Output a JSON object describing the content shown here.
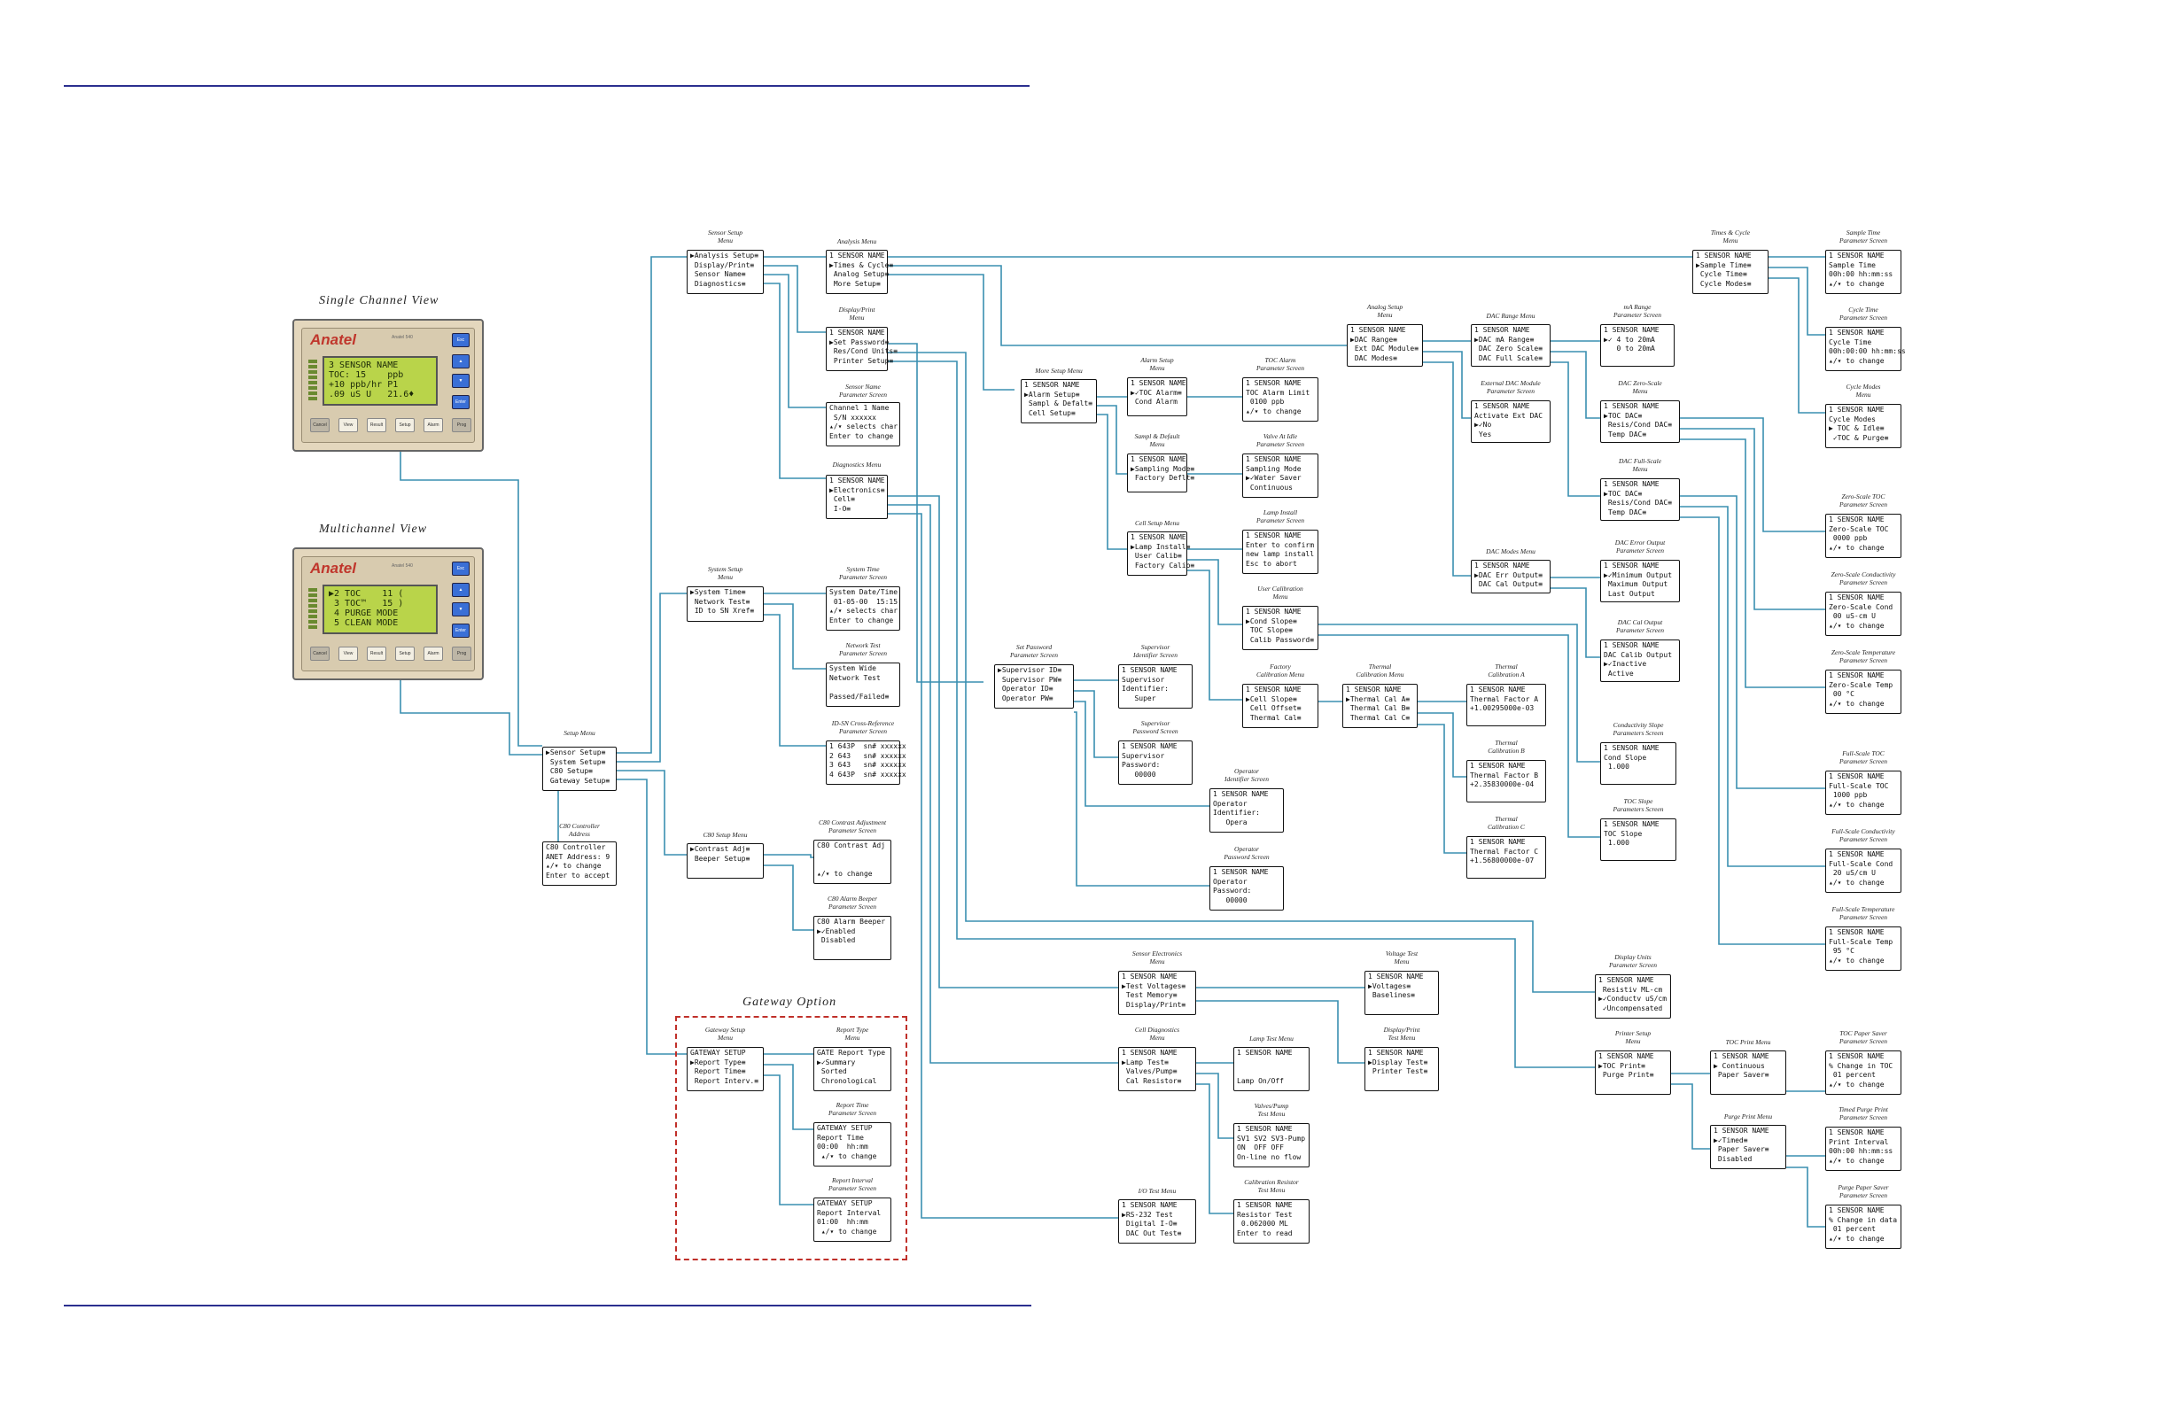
{
  "devices": {
    "single": {
      "title": "Single Channel View",
      "brand": "Anatel",
      "model": "Anatel 540",
      "lcd": "3 SENSOR NAME\nTOC: 15    ppb\n+10 ppb/hr P1\n.09 uS U   21.6♦",
      "side_keys": [
        "Esc",
        "▲",
        "▼",
        "Enter"
      ],
      "keys": [
        "Cancel",
        "View",
        "Result",
        "Setup",
        "Alarm",
        "Prog"
      ]
    },
    "multi": {
      "title": "Multichannel View",
      "brand": "Anatel",
      "model": "Anatel 540",
      "lcd": "▶2 TOC    11 (\n 3 TOC™   15 )\n 4 PURGE MODE\n 5 CLEAN MODE",
      "side_keys": [
        "Esc",
        "▲",
        "▼",
        "Enter"
      ],
      "keys": [
        "Cancel",
        "View",
        "Result",
        "Setup",
        "Alarm",
        "Prog"
      ]
    }
  },
  "gateway_title": "Gateway Option",
  "nodes": [
    {
      "cap": "Setup Menu",
      "text": "▶Sensor Setup≡\n System Setup≡\n C80 Setup≡\n Gateway Setup≡"
    },
    {
      "cap": "C80 Controller\nAddress",
      "text": "C80 Controller\nANET Address: 9\n▴/▾ to change\nEnter to accept"
    },
    {
      "cap": "Sensor Setup\nMenu",
      "text": "▶Analysis Setup≡\n Display/Print≡\n Sensor Name≡\n Diagnostics≡"
    },
    {
      "cap": "Analysis Menu",
      "text": "1 SENSOR NAME\n▶Times & Cycle≡\n Analog Setup≡\n More Setup≡"
    },
    {
      "cap": "Display/Print\nMenu",
      "text": "1 SENSOR NAME\n▶Set Password≡\n Res/Cond Units≡\n Printer Setup≡"
    },
    {
      "cap": "Sensor Name\nParameter Screen",
      "text": "Channel 1 Name\n S/N xxxxxx\n▴/▾ selects char\nEnter to change"
    },
    {
      "cap": "Diagnostics Menu",
      "text": "1 SENSOR NAME\n▶Electronics≡\n Cell≡\n I-O≡"
    },
    {
      "cap": "System Setup\nMenu",
      "text": "▶System Time≡\n Network Test≡\n ID to SN Xref≡"
    },
    {
      "cap": "System Time\nParameter Screen",
      "text": "System Date/Time\n 01-05-00  15:15\n▴/▾ selects char\nEnter to change"
    },
    {
      "cap": "Network Test\nParameter Screen",
      "text": "System Wide\nNetwork Test\n\nPassed/Failed≡"
    },
    {
      "cap": "ID-SN Cross-Reference\nParameter Screen",
      "text": "1 643P  sn# xxxxxx\n2 643   sn# xxxxxx\n3 643   sn# xxxxxx\n4 643P  sn# xxxxxx"
    },
    {
      "cap": "C80 Setup Menu",
      "text": "▶Contrast Adj≡\n Beeper Setup≡"
    },
    {
      "cap": "C80 Contrast Adjustment\nParameter Screen",
      "text": "C80 Contrast Adj\n\n\n▴/▾ to change"
    },
    {
      "cap": "C80 Alarm Beeper\nParameter Screen",
      "text": "C80 Alarm Beeper\n▶✓Enabled\n Disabled"
    },
    {
      "cap": "Gateway Setup\nMenu",
      "text": "GATEWAY SETUP\n▶Report Type≡\n Report Time≡\n Report Interv.≡"
    },
    {
      "cap": "Report Type\nMenu",
      "text": "GATE Report Type\n▶✓Summary\n Sorted\n Chronological"
    },
    {
      "cap": "Report Time\nParameter Screen",
      "text": "GATEWAY SETUP\nReport Time\n00:00  hh:mm\n ▴/▾ to change"
    },
    {
      "cap": "Report Interval\nParameter Screen",
      "text": "GATEWAY SETUP\nReport Interval\n01:00  hh:mm\n ▴/▾ to change"
    },
    {
      "cap": "More Setup Menu",
      "text": "1 SENSOR NAME\n▶Alarm Setup≡\n Sampl & Defalt≡\n Cell Setup≡"
    },
    {
      "cap": "Alarm Setup\nMenu",
      "text": "1 SENSOR NAME\n▶✓TOC Alarm≡\n Cond Alarm"
    },
    {
      "cap": "TOC Alarm\nParameter Screen",
      "text": "1 SENSOR NAME\nTOC Alarm Limit\n 0100 ppb\n▴/▾ to change"
    },
    {
      "cap": "Sampl & Default\nMenu",
      "text": "1 SENSOR NAME\n▶Sampling Mode≡\n Factory Deflt≡"
    },
    {
      "cap": "Valve At Idle\nParameter Screen",
      "text": "1 SENSOR NAME\nSampling Mode\n▶✓Water Saver\n Continuous"
    },
    {
      "cap": "Cell Setup Menu",
      "text": "1 SENSOR NAME\n▶Lamp Install≡\n User Calib≡\n Factory Calib≡"
    },
    {
      "cap": "Lamp Install\nParameter Screen",
      "text": "1 SENSOR NAME\nEnter to confirm\nnew lamp install\nEsc to abort"
    },
    {
      "cap": "User Calibration\nMenu",
      "text": "1 SENSOR NAME\n▶Cond Slope≡\n TOC Slope≡\n Calib Password≡"
    },
    {
      "cap": "Factory\nCalibration Menu",
      "text": "1 SENSOR NAME\n▶Cell Slope≡\n Cell Offset≡\n Thermal Cal≡"
    },
    {
      "cap": "Thermal\nCalibration Menu",
      "text": "1 SENSOR NAME\n▶Thermal Cal A≡\n Thermal Cal B≡\n Thermal Cal C≡"
    },
    {
      "cap": "Thermal\nCalibration A",
      "text": "1 SENSOR NAME\nThermal Factor A\n+1.00295000e-03"
    },
    {
      "cap": "Thermal\nCalibration B",
      "text": "1 SENSOR NAME\nThermal Factor B\n+2.35830000e-04"
    },
    {
      "cap": "Thermal\nCalibration C",
      "text": "1 SENSOR NAME\nThermal Factor C\n+1.56800000e-07"
    },
    {
      "cap": "Set Password\nParameter Screen",
      "text": "▶Supervisor ID≡\n Supervisor PW≡\n Operator ID≡\n Operator PW≡"
    },
    {
      "cap": "Supervisor\nIdentifier Screen",
      "text": "1 SENSOR NAME\nSupervisor\nIdentifier:\n   Super"
    },
    {
      "cap": "Supervisor\nPassword Screen",
      "text": "1 SENSOR NAME\nSupervisor\nPassword:\n   00000"
    },
    {
      "cap": "Operator\nIdentifier Screen",
      "text": "1 SENSOR NAME\nOperator\nIdentifier:\n   Opera"
    },
    {
      "cap": "Operator\nPassword Screen",
      "text": "1 SENSOR NAME\nOperator\nPassword:\n   00000"
    },
    {
      "cap": "Analog Setup\nMenu",
      "text": "1 SENSOR NAME\n▶DAC Range≡\n Ext DAC Module≡\n DAC Modes≡"
    },
    {
      "cap": "DAC Range Menu",
      "text": "1 SENSOR NAME\n▶DAC mA Range≡\n DAC Zero Scale≡\n DAC Full Scale≡"
    },
    {
      "cap": "mA Range\nParameter Screen",
      "text": "1 SENSOR NAME\n▶✓ 4 to 20mA\n   0 to 20mA"
    },
    {
      "cap": "External DAC Module\nParameter Screen",
      "text": "1 SENSOR NAME\nActivate Ext DAC\n▶✓No\n Yes"
    },
    {
      "cap": "DAC Zero-Scale\nMenu",
      "text": "1 SENSOR NAME\n▶TOC DAC≡\n Resis/Cond DAC≡\n Temp DAC≡"
    },
    {
      "cap": "DAC Full-Scale\nMenu",
      "text": "1 SENSOR NAME\n▶TOC DAC≡\n Resis/Cond DAC≡\n Temp DAC≡"
    },
    {
      "cap": "DAC Modes Menu",
      "text": "1 SENSOR NAME\n▶DAC Err Output≡\n DAC Cal Output≡"
    },
    {
      "cap": "DAC Error Output\nParameter Screen",
      "text": "1 SENSOR NAME\n▶✓Minimum Output\n Maximum Output\n Last Output"
    },
    {
      "cap": "DAC Cal Output\nParameter Screen",
      "text": "1 SENSOR NAME\nDAC Calib Output\n▶✓Inactive\n Active"
    },
    {
      "cap": "Conductivity Slope\nParameters Screen",
      "text": "1 SENSOR NAME\nCond Slope\n 1.000"
    },
    {
      "cap": "TOC Slope\nParameters Screen",
      "text": "1 SENSOR NAME\nTOC Slope\n 1.000"
    },
    {
      "cap": "Times & Cycle\nMenu",
      "text": "1 SENSOR NAME\n▶Sample Time≡\n Cycle Time≡\n Cycle Modes≡"
    },
    {
      "cap": "Sample Time\nParameter Screen",
      "text": "1 SENSOR NAME\nSample Time\n00h:00 hh:mm:ss\n▴/▾ to change"
    },
    {
      "cap": "Cycle Time\nParameter Screen",
      "text": "1 SENSOR NAME\nCycle Time\n00h:00:00 hh:mm:ss\n▴/▾ to change"
    },
    {
      "cap": "Cycle Modes\nMenu",
      "text": "1 SENSOR NAME\nCycle Modes\n▶ TOC & Idle≡\n ✓TOC & Purge≡"
    },
    {
      "cap": "Zero-Scale TOC\nParameter Screen",
      "text": "1 SENSOR NAME\nZero-Scale TOC\n 0000 ppb\n▴/▾ to change"
    },
    {
      "cap": "Zero-Scale Conductivity\nParameter Screen",
      "text": "1 SENSOR NAME\nZero-Scale Cond\n 00 uS-cm U\n▴/▾ to change"
    },
    {
      "cap": "Zero-Scale Temperature\nParameter Screen",
      "text": "1 SENSOR NAME\nZero-Scale Temp\n 00 °C\n▴/▾ to change"
    },
    {
      "cap": "Full-Scale TOC\nParameter Screen",
      "text": "1 SENSOR NAME\nFull-Scale TOC\n 1000 ppb\n▴/▾ to change"
    },
    {
      "cap": "Full-Scale Conductivity\nParameter Screen",
      "text": "1 SENSOR NAME\nFull-Scale Cond\n 20 uS/cm U\n▴/▾ to change"
    },
    {
      "cap": "Full-Scale Temperature\nParameter Screen",
      "text": "1 SENSOR NAME\nFull-Scale Temp\n 95 °C\n▴/▾ to change"
    },
    {
      "cap": "Display Units\nParameter Screen",
      "text": "1 SENSOR NAME\n Resistiv ML-cm\n▶✓Conductv uS/cm\n ✓Uncompensated"
    },
    {
      "cap": "Printer Setup\nMenu",
      "text": "1 SENSOR NAME\n▶TOC Print≡\n Purge Print≡"
    },
    {
      "cap": "TOC Print Menu",
      "text": "1 SENSOR NAME\n▶ Continuous\n Paper Saver≡"
    },
    {
      "cap": "TOC Paper Saver\nParameter Screen",
      "text": "1 SENSOR NAME\n% Change in TOC\n 01 percent\n▴/▾ to change"
    },
    {
      "cap": "Purge Print Menu",
      "text": "1 SENSOR NAME\n▶✓Timed≡\n Paper Saver≡\n Disabled"
    },
    {
      "cap": "Timed Purge Print\nParameter Screen",
      "text": "1 SENSOR NAME\nPrint Interval\n00h:00 hh:mm:ss\n▴/▾ to change"
    },
    {
      "cap": "Purge Paper Saver\nParameter Screen",
      "text": "1 SENSOR NAME\n% Change in data\n 01 percent\n▴/▾ to change"
    },
    {
      "cap": "Sensor Electronics\nMenu",
      "text": "1 SENSOR NAME\n▶Test Voltages≡\n Test Memory≡\n Display/Print≡"
    },
    {
      "cap": "Voltage Test\nMenu",
      "text": "1 SENSOR NAME\n▶Voltages≡\n Baselines≡"
    },
    {
      "cap": "Display/Print\nTest Menu",
      "text": "1 SENSOR NAME\n▶Display Test≡\n Printer Test≡"
    },
    {
      "cap": "Cell Diagnostics\nMenu",
      "text": "1 SENSOR NAME\n▶Lamp Test≡\n Valves/Pump≡\n Cal Resistor≡"
    },
    {
      "cap": "Lamp Test Menu",
      "text": "1 SENSOR NAME\n\n\nLamp On/Off"
    },
    {
      "cap": "Valves/Pump\nTest Menu",
      "text": "1 SENSOR NAME\nSV1 SV2 SV3-Pump\nON  OFF OFF\nOn-line no flow"
    },
    {
      "cap": "Calibration Resistor\nTest Menu",
      "text": "1 SENSOR NAME\nResistor Test\n 0.062000 ML\nEnter to read"
    },
    {
      "cap": "I/O Test Menu",
      "text": "1 SENSOR NAME\n▶RS-232 Test\n Digital I-O≡\n DAC Out Test≡"
    }
  ]
}
